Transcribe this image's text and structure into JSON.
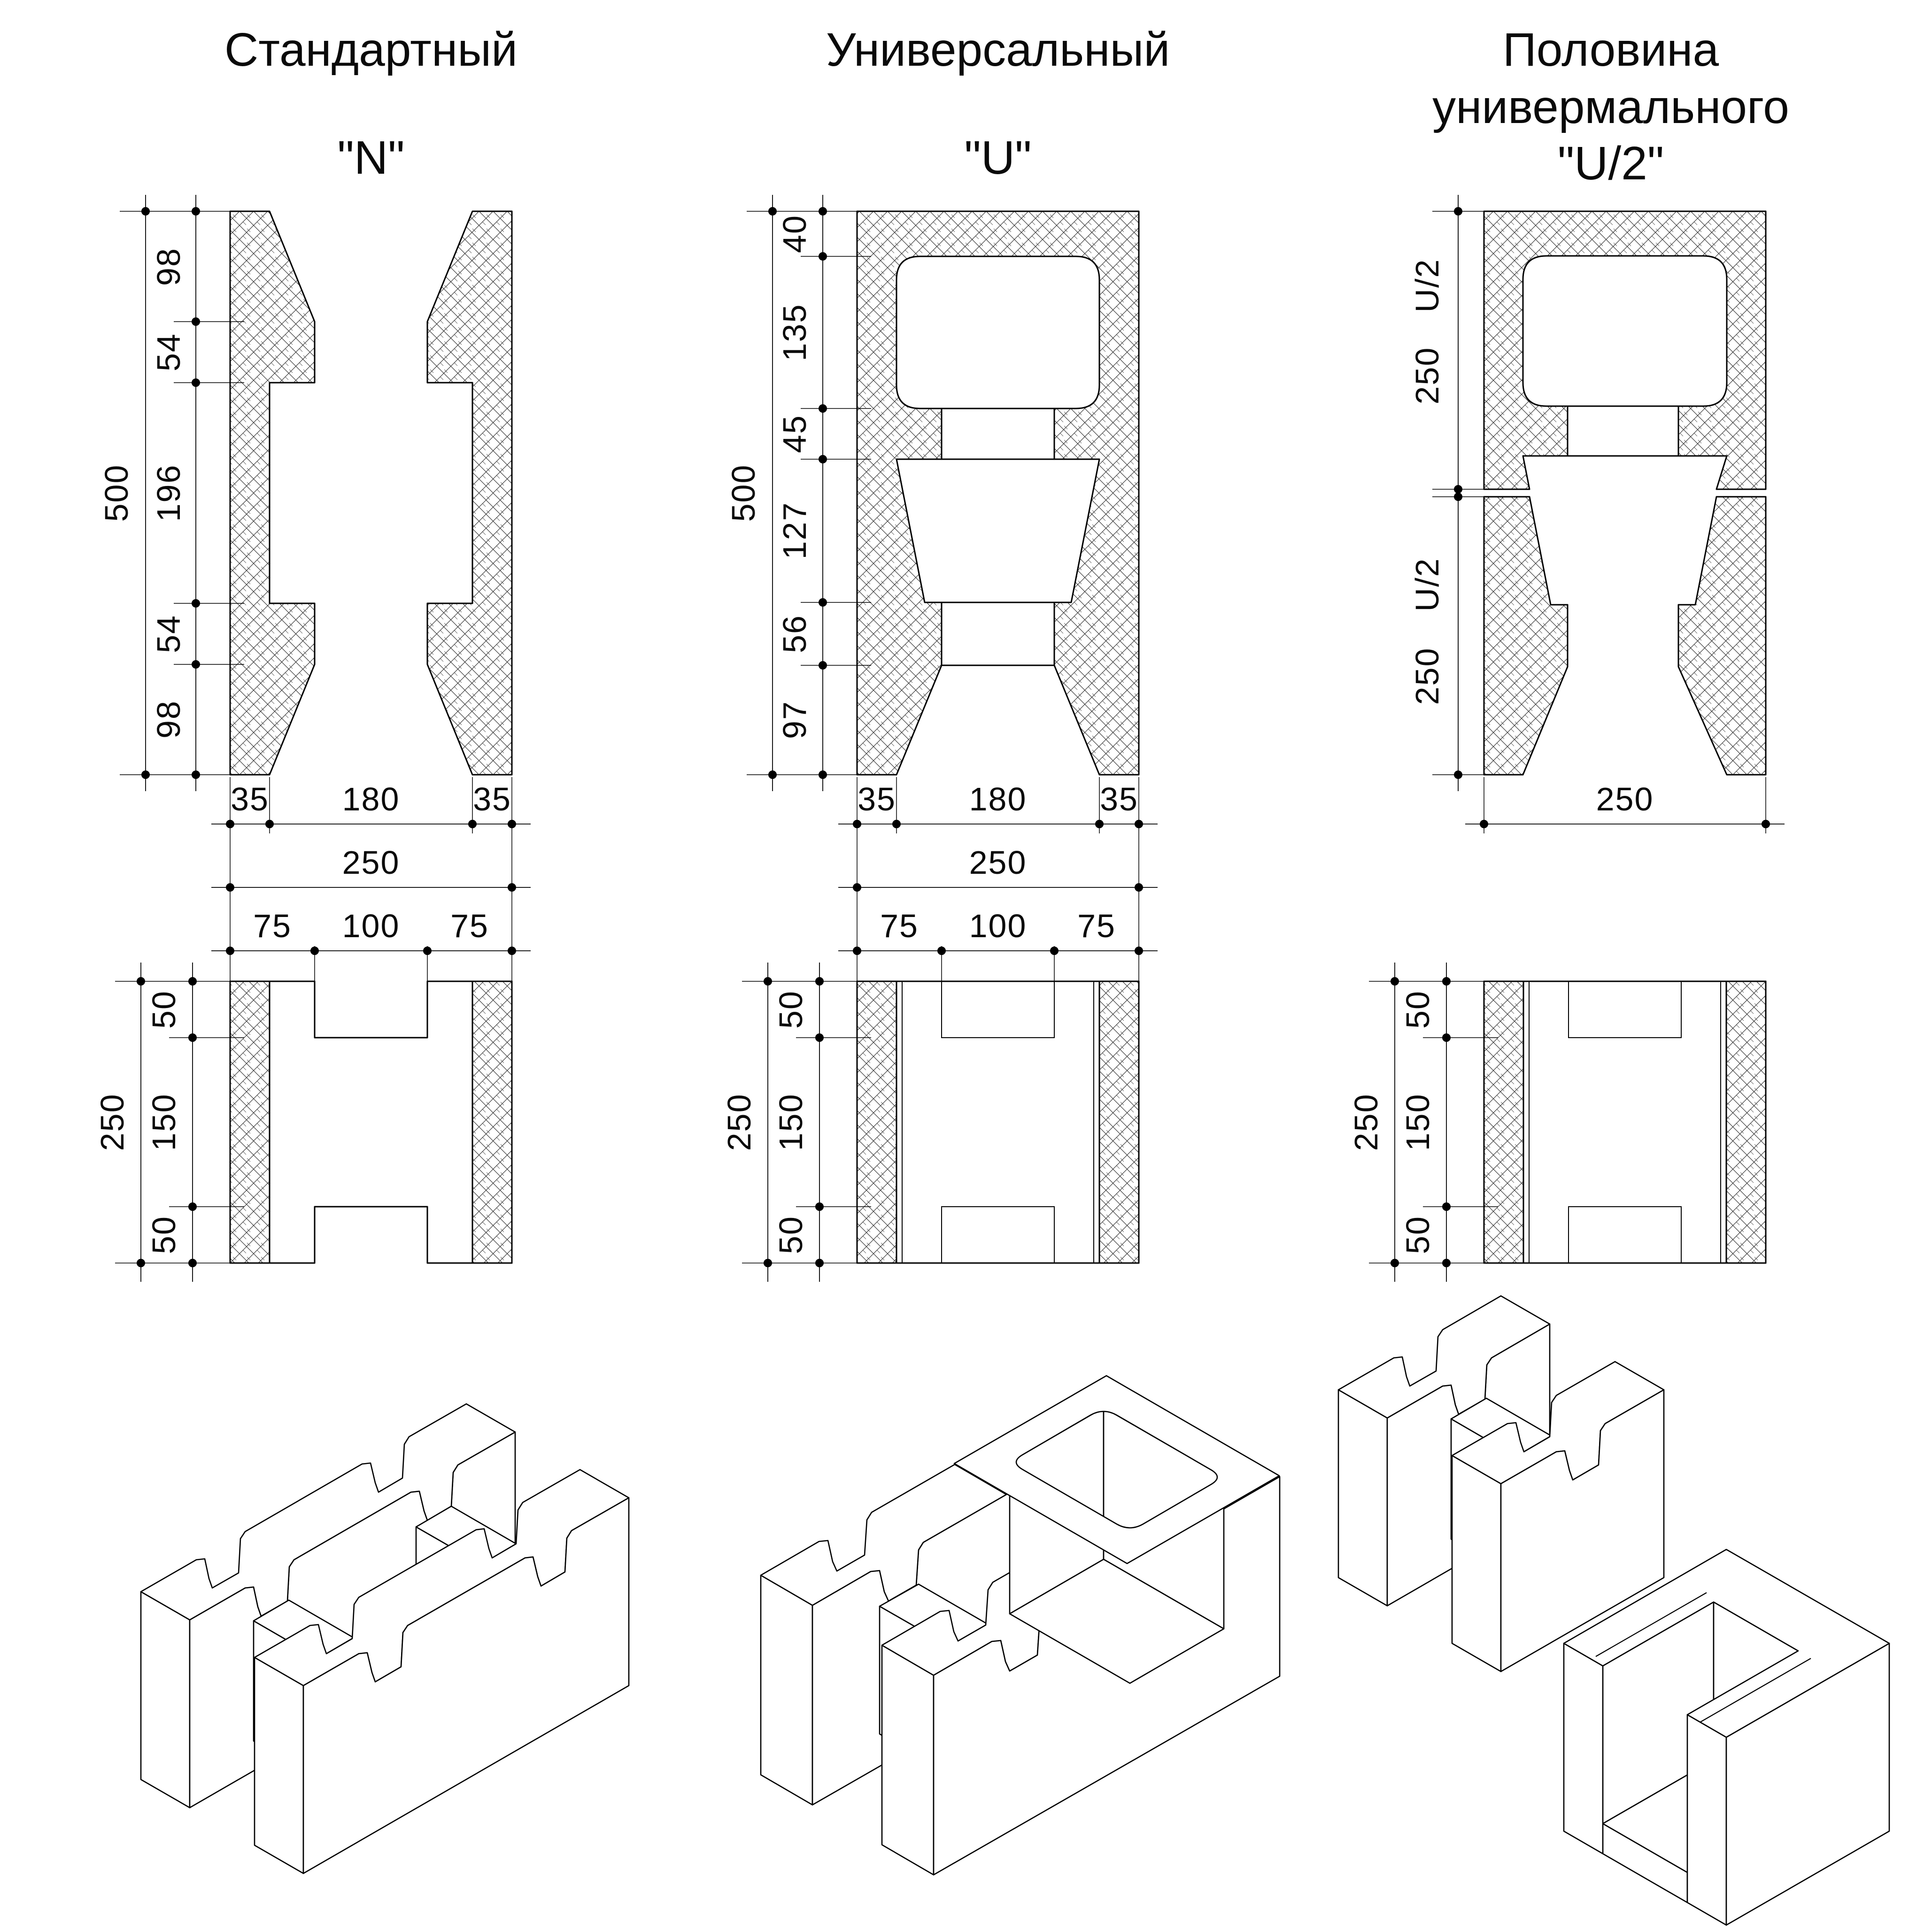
{
  "page": {
    "background": "#ffffff",
    "line_color": "#000000"
  },
  "columns": [
    {
      "title": "Стандартный",
      "code": "\"N\"",
      "elev": {
        "total": "500",
        "segs": [
          "98",
          "54",
          "196",
          "54",
          "98"
        ],
        "width_segs": [
          "35",
          "180",
          "35"
        ],
        "width_total": "250",
        "notch_segs": [
          "75",
          "100",
          "75"
        ]
      },
      "plan": {
        "total": "250",
        "segs": [
          "50",
          "150",
          "50"
        ]
      }
    },
    {
      "title": "Универсальный",
      "code": "\"U\"",
      "elev": {
        "total": "500",
        "segs": [
          "40",
          "135",
          "45",
          "127",
          "56",
          "97"
        ],
        "width_segs": [
          "35",
          "180",
          "35"
        ],
        "width_total": "250",
        "notch_segs": [
          "75",
          "100",
          "75"
        ]
      },
      "plan": {
        "total": "250",
        "segs": [
          "50",
          "150",
          "50"
        ]
      }
    },
    {
      "title": "Половина",
      "title2": "универмального",
      "code": "\"U/2\"",
      "elev": {
        "half_top_len": "250",
        "half_top_code": "U/2",
        "half_bottom_len": "250",
        "half_bottom_code": "U/2",
        "width_total": "250"
      },
      "plan": {
        "total": "250",
        "segs": [
          "50",
          "150",
          "50"
        ]
      }
    }
  ]
}
